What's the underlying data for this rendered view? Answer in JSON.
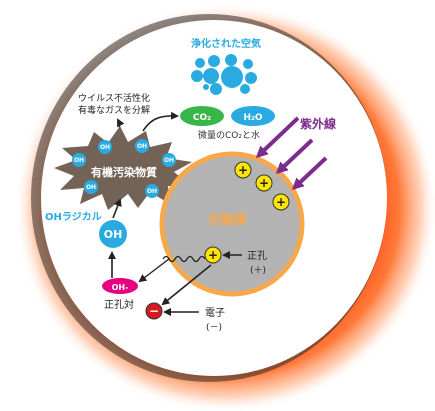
{
  "purified_air": "浄化された空気",
  "decompose_line1": "ウイルス不活性化",
  "decompose_line2": "有毒なガスを分解",
  "co2_badge": "CO₂",
  "h2o_badge": "H₂O",
  "products_caption": "微量のCO₂と水",
  "uv": "紫外線",
  "organic": "有機汚染物質",
  "oh_small": "OH",
  "oh_radical_label": "OHラジカル",
  "oh_radical_badge": "OH",
  "oh_minus": "OH-",
  "photocatalyst": "光触媒",
  "hole": "正孔",
  "hole_sign": "(＋)",
  "hole_pair": "正孔対",
  "electron": "電子",
  "electron_sign": "(－)",
  "plus_symbol": "+",
  "minus_symbol": "−",
  "colors": {
    "teal": "#29abe2",
    "green": "#39b54a",
    "purple": "#7b2d8e",
    "magenta": "#e4007f",
    "red": "#d7191f",
    "yellow": "#ffe600",
    "catalyst_fill": "#b3b3b3",
    "catalyst_ring": "#f7a84a",
    "cloud": "#736357",
    "glow": "#ff5a1e"
  }
}
